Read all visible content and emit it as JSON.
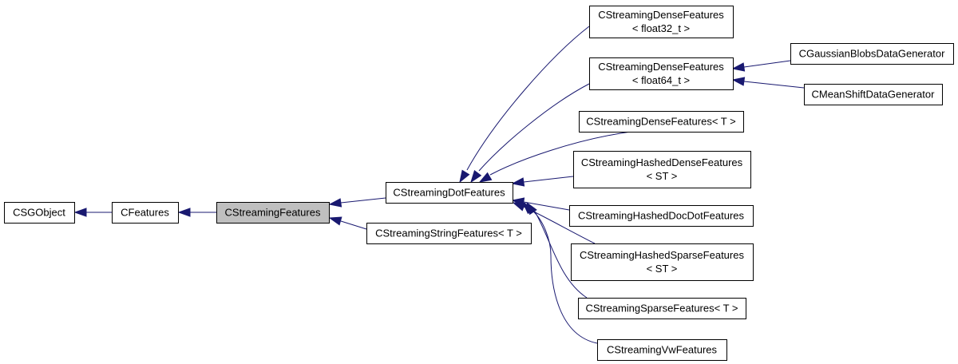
{
  "diagram": {
    "type": "inheritance-graph",
    "colors": {
      "edge": "#191970",
      "node_border": "#000000",
      "node_fill": "#ffffff",
      "current_node_fill": "#bfbfbf"
    },
    "nodes": [
      {
        "id": "csgobject",
        "lines": [
          "CSGObject"
        ]
      },
      {
        "id": "cfeatures",
        "lines": [
          "CFeatures"
        ]
      },
      {
        "id": "cstreamingfeatures",
        "lines": [
          "CStreamingFeatures"
        ],
        "current": true
      },
      {
        "id": "cstreamingdotfeatures",
        "lines": [
          "CStreamingDotFeatures"
        ]
      },
      {
        "id": "cstreamingstringfeatures",
        "lines": [
          "CStreamingStringFeatures< T >"
        ]
      },
      {
        "id": "cstreamingdensefeatures-float32",
        "lines": [
          "CStreamingDenseFeatures",
          "< float32_t >"
        ]
      },
      {
        "id": "cstreamingdensefeatures-float64",
        "lines": [
          "CStreamingDenseFeatures",
          "< float64_t >"
        ]
      },
      {
        "id": "cstreamingdensefeatures-t",
        "lines": [
          "CStreamingDenseFeatures< T >"
        ]
      },
      {
        "id": "cstreaminghasheddensefeatures",
        "lines": [
          "CStreamingHashedDenseFeatures",
          "< ST >"
        ]
      },
      {
        "id": "cstreaminghasheddocdotfeatures",
        "lines": [
          "CStreamingHashedDocDotFeatures"
        ]
      },
      {
        "id": "cstreaminghashedsparsefeatures",
        "lines": [
          "CStreamingHashedSparseFeatures",
          "< ST >"
        ]
      },
      {
        "id": "cstreamingsparsefeatures",
        "lines": [
          "CStreamingSparseFeatures< T >"
        ]
      },
      {
        "id": "cstreamingvwfeatures",
        "lines": [
          "CStreamingVwFeatures"
        ]
      },
      {
        "id": "cgaussianblobsdatagenerator",
        "lines": [
          "CGaussianBlobsDataGenerator"
        ]
      },
      {
        "id": "cmeanshiftdatagenerator",
        "lines": [
          "CMeanShiftDataGenerator"
        ]
      }
    ],
    "edges": [
      {
        "from": "cfeatures",
        "to": "csgobject"
      },
      {
        "from": "cstreamingfeatures",
        "to": "cfeatures"
      },
      {
        "from": "cstreamingdotfeatures",
        "to": "cstreamingfeatures"
      },
      {
        "from": "cstreamingstringfeatures",
        "to": "cstreamingfeatures"
      },
      {
        "from": "cstreamingdensefeatures-float32",
        "to": "cstreamingdotfeatures"
      },
      {
        "from": "cstreamingdensefeatures-float64",
        "to": "cstreamingdotfeatures"
      },
      {
        "from": "cstreamingdensefeatures-t",
        "to": "cstreamingdotfeatures"
      },
      {
        "from": "cstreaminghasheddensefeatures",
        "to": "cstreamingdotfeatures"
      },
      {
        "from": "cstreaminghasheddocdotfeatures",
        "to": "cstreamingdotfeatures"
      },
      {
        "from": "cstreaminghashedsparsefeatures",
        "to": "cstreamingdotfeatures"
      },
      {
        "from": "cstreamingsparsefeatures",
        "to": "cstreamingdotfeatures"
      },
      {
        "from": "cstreamingvwfeatures",
        "to": "cstreamingdotfeatures"
      },
      {
        "from": "cgaussianblobsdatagenerator",
        "to": "cstreamingdensefeatures-float64"
      },
      {
        "from": "cmeanshiftdatagenerator",
        "to": "cstreamingdensefeatures-float64"
      }
    ]
  }
}
